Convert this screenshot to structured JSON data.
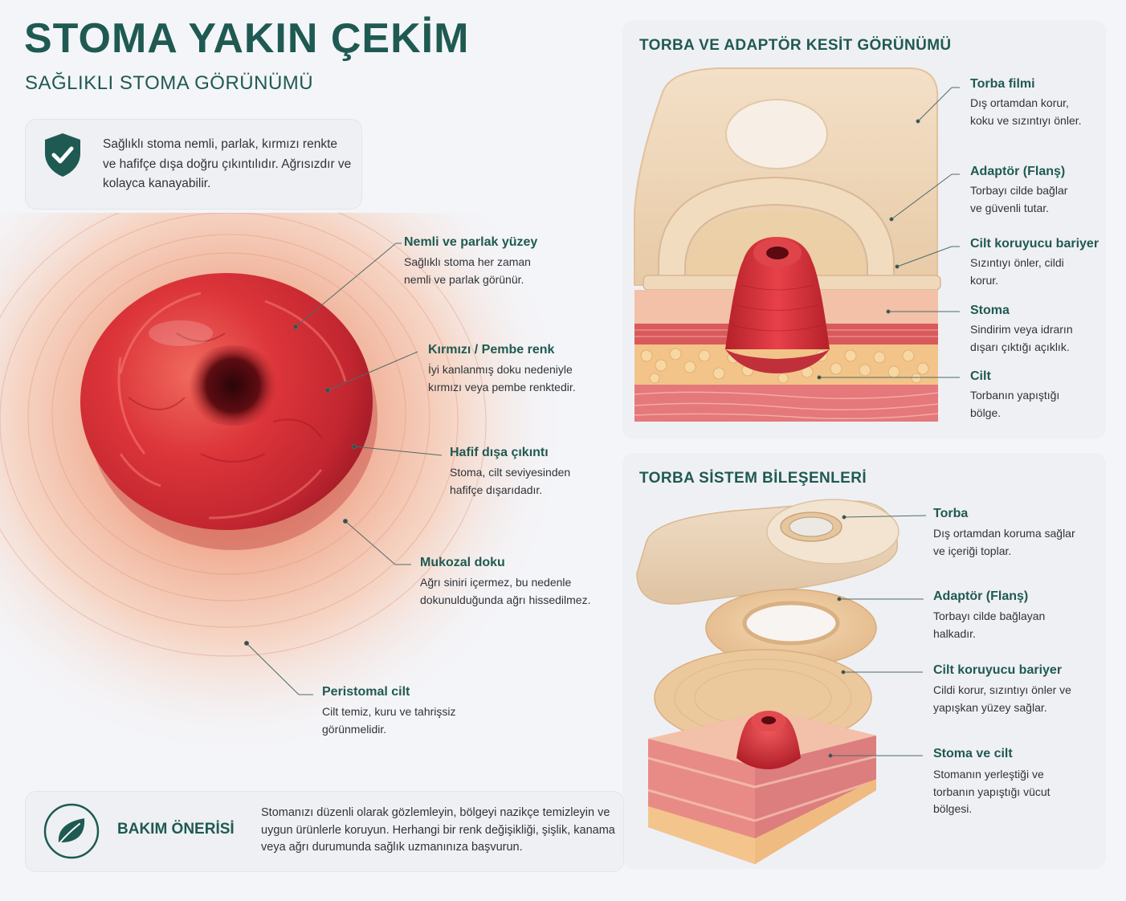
{
  "header": {
    "title": "STOMA YAKIN ÇEKİM",
    "subtitle": "SAĞLIKLI STOMA GÖRÜNÜMÜ"
  },
  "info_card": {
    "icon": "shield-check-icon",
    "text": "Sağlıklı stoma nemli, parlak, kırmızı renkte ve hafifçe dışa doğru çıkıntılıdır. Ağrısızdır ve kolayca kanayabilir."
  },
  "closeup_callouts": [
    {
      "title": "Nemli ve parlak yüzey",
      "desc": "Sağlıklı stoma her zaman nemli ve parlak görünür."
    },
    {
      "title": "Kırmızı / Pembe renk",
      "desc": "İyi kanlanmış doku nedeniyle kırmızı veya pembe renktedir."
    },
    {
      "title": "Hafif dışa çıkıntı",
      "desc": "Stoma, cilt seviyesinden hafifçe dışarıdadır."
    },
    {
      "title": "Mukozal doku",
      "desc": "Ağrı siniri içermez, bu nedenle dokunulduğunda ağrı hissedilmez."
    },
    {
      "title": "Peristomal cilt",
      "desc": "Cilt temiz, kuru ve tahrişsiz görünmelidir."
    }
  ],
  "section_cross": {
    "title": "TORBA VE ADAPTÖR KESİT GÖRÜNÜMÜ",
    "labels": [
      {
        "title": "Torba filmi",
        "desc": "Dış ortamdan korur, koku ve sızıntıyı önler."
      },
      {
        "title": "Adaptör (Flanş)",
        "desc": "Torbayı cilde bağlar ve güvenli tutar."
      },
      {
        "title": "Cilt koruyucu bariyer",
        "desc": "Sızıntıyı önler, cildi korur."
      },
      {
        "title": "Stoma",
        "desc": "Sindirim veya idrarın dışarı çıktığı açıklık."
      },
      {
        "title": "Cilt",
        "desc": "Torbanın yapıştığı bölge."
      }
    ]
  },
  "section_components": {
    "title": "TORBA SİSTEM BİLEŞENLERİ",
    "labels": [
      {
        "title": "Torba",
        "desc": "Dış ortamdan koruma sağlar ve içeriği toplar."
      },
      {
        "title": "Adaptör (Flanş)",
        "desc": "Torbayı cilde bağlayan halkadır."
      },
      {
        "title": "Cilt koruyucu bariyer",
        "desc": "Cildi korur, sızıntıyı önler ve yapışkan yüzey sağlar."
      },
      {
        "title": "Stoma ve cilt",
        "desc": "Stomanın yerleştiği ve torbanın yapıştığı vücut bölgesi."
      }
    ]
  },
  "care_tip": {
    "icon": "leaf-icon",
    "title": "BAKIM ÖNERİSİ",
    "text": "Stomanızı düzenli olarak gözlemleyin, bölgeyi nazikçe temizleyin ve uygun ürünlerle koruyun. Herhangi bir renk değişikliği, şişlik, kanama veya ağrı durumunda sağlık uzmanınıza başvurun."
  },
  "colors": {
    "accent": "#1f5a52",
    "stoma": "#d92e34",
    "skin": "#f2b79b"
  }
}
